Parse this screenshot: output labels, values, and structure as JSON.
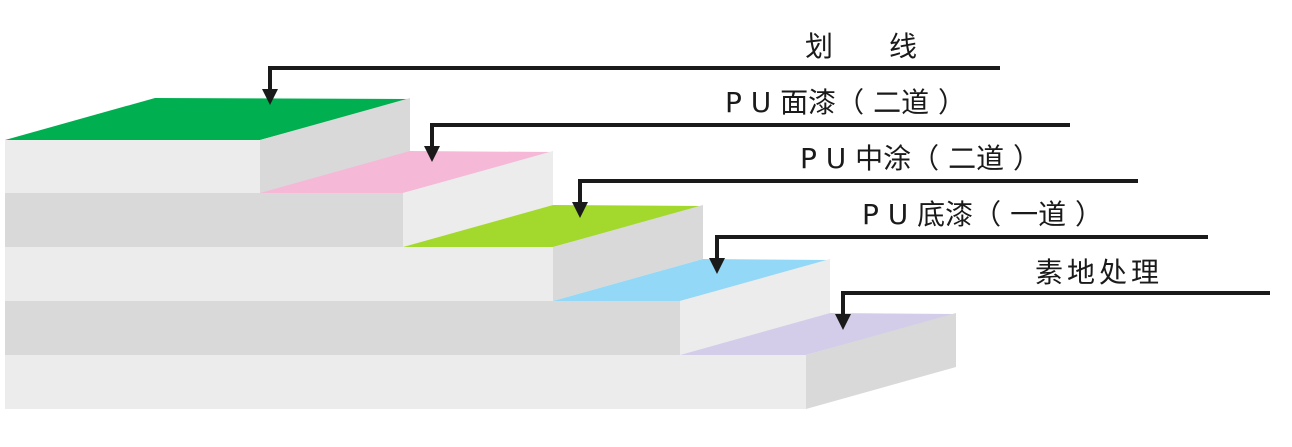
{
  "layers": [
    {
      "label": "划　　线",
      "color": "#00b050"
    },
    {
      "label": "P U 面漆（ 二道 ）",
      "color": "#f5b8d6"
    },
    {
      "label": "P U 中涂（ 二道 ）",
      "color": "#a3d92c"
    },
    {
      "label": "P U 底漆（ 一道 ）",
      "color": "#93d8f6"
    },
    {
      "label": "素地处理",
      "color": "#d3cde9"
    }
  ],
  "colors": {
    "face_light": "#ececec",
    "face_dark": "#d9d9d9",
    "leader": "#1a1a1a"
  }
}
